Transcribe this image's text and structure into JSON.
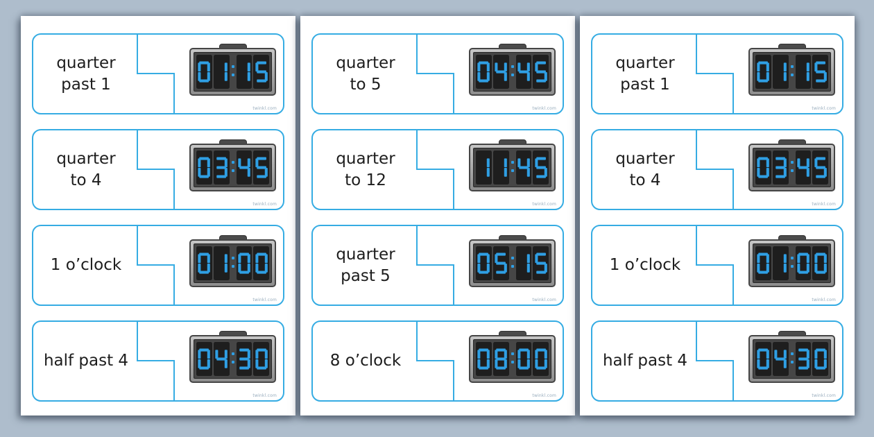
{
  "document": {
    "type": "printable-time-matching-cards",
    "watermark": "twinkl.com"
  },
  "colors": {
    "background": "#aebdcc",
    "accent_blue": "#35ace3",
    "digit_blue": "#2f9fe4",
    "label_text": "#1d1d1d"
  },
  "pages": [
    {
      "name": "page-1",
      "cards": [
        {
          "label_lines": [
            "quarter",
            "past 1"
          ],
          "time": "01:15"
        },
        {
          "label_lines": [
            "quarter",
            "to 4"
          ],
          "time": "03:45"
        },
        {
          "label_lines": [
            "1 o’clock"
          ],
          "time": "01:00"
        },
        {
          "label_lines": [
            "half past 4"
          ],
          "time": "04:30"
        }
      ]
    },
    {
      "name": "page-2",
      "cards": [
        {
          "label_lines": [
            "quarter",
            "to 5"
          ],
          "time": "04:45"
        },
        {
          "label_lines": [
            "quarter",
            "to 12"
          ],
          "time": "11:45"
        },
        {
          "label_lines": [
            "quarter",
            "past 5"
          ],
          "time": "05:15"
        },
        {
          "label_lines": [
            "8 o’clock"
          ],
          "time": "08:00"
        }
      ]
    },
    {
      "name": "page-3",
      "cards": [
        {
          "label_lines": [
            "quarter",
            "past 1"
          ],
          "time": "01:15"
        },
        {
          "label_lines": [
            "quarter",
            "to 4"
          ],
          "time": "03:45"
        },
        {
          "label_lines": [
            "1 o’clock"
          ],
          "time": "01:00"
        },
        {
          "label_lines": [
            "half past 4"
          ],
          "time": "04:30"
        }
      ]
    }
  ]
}
